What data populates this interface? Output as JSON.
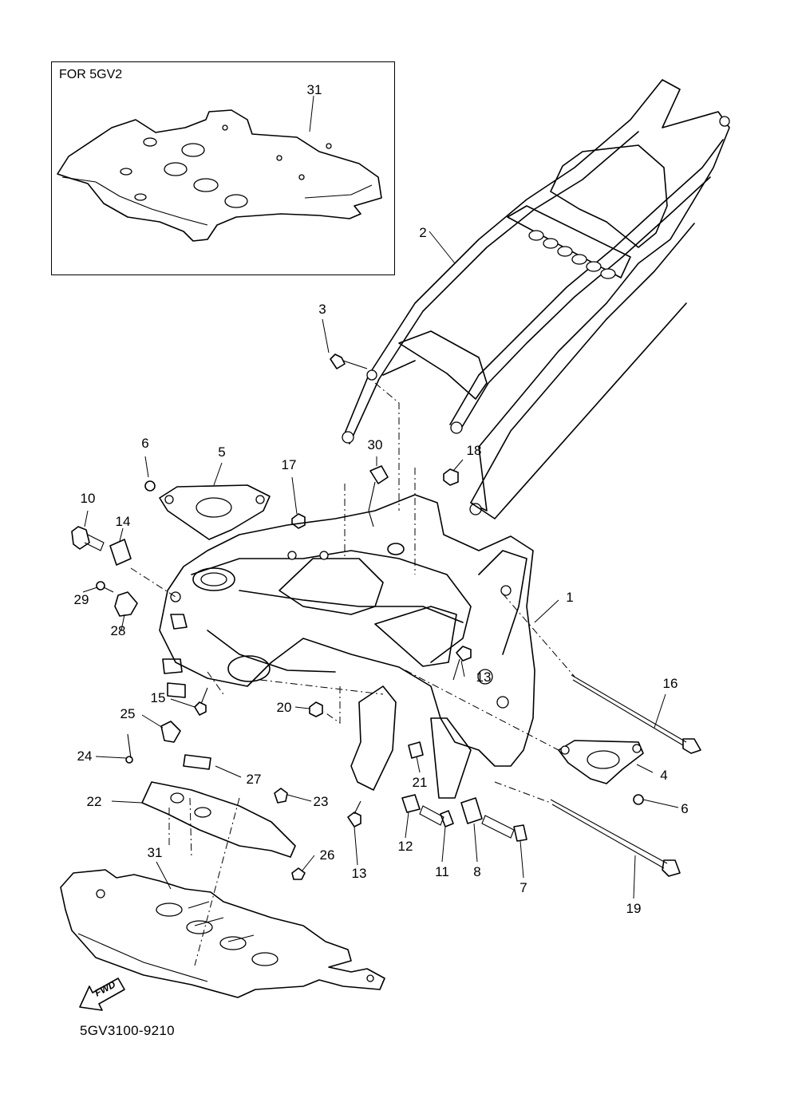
{
  "inset": {
    "title": "FOR 5GV2"
  },
  "catalog_code": "5GV3100-9210",
  "fwd_label": "FWD",
  "callouts": [
    "1",
    "2",
    "3",
    "4",
    "5",
    "6",
    "6",
    "7",
    "8",
    "10",
    "11",
    "12",
    "13",
    "13",
    "14",
    "15",
    "16",
    "17",
    "18",
    "19",
    "20",
    "21",
    "22",
    "23",
    "24",
    "25",
    "26",
    "27",
    "28",
    "29",
    "30",
    "31",
    "31"
  ],
  "labels": {
    "n31_inset": "31",
    "n2": "2",
    "n3": "3",
    "n6_top": "6",
    "n5": "5",
    "n17": "17",
    "n30": "30",
    "n18": "18",
    "n10": "10",
    "n14": "14",
    "n1": "1",
    "n29": "29",
    "n28": "28",
    "n13_right": "13",
    "n15": "15",
    "n20": "20",
    "n16": "16",
    "n25": "25",
    "n24": "24",
    "n27": "27",
    "n21": "21",
    "n4": "4",
    "n6_right": "6",
    "n22": "22",
    "n23": "23",
    "n12": "12",
    "n11": "11",
    "n8": "8",
    "n7": "7",
    "n19": "19",
    "n26": "26",
    "n13_bottom": "13",
    "n31_bottom": "31"
  }
}
